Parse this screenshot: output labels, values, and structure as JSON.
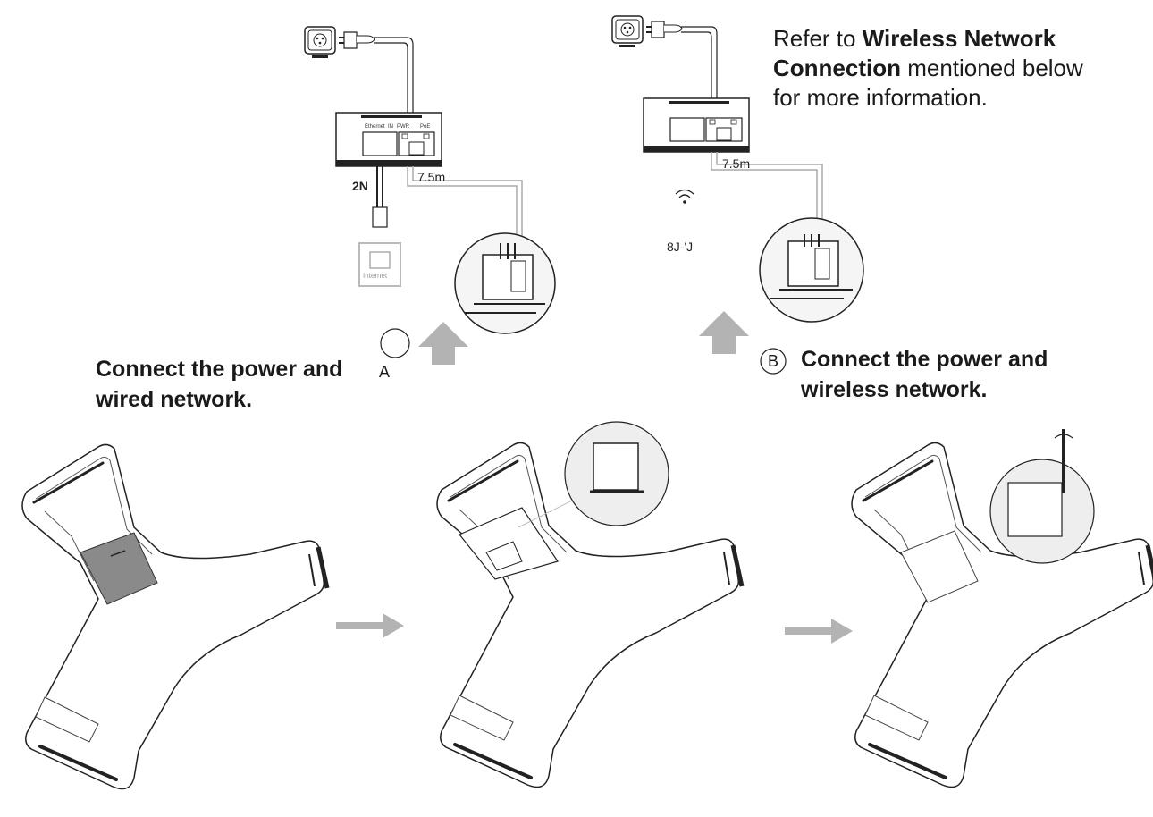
{
  "note": {
    "line1_prefix": "Refer to ",
    "line1_bold": "Wireless Network",
    "line2_bold": "Connection",
    "line2_suffix": " mentioned below",
    "line3": "for more information."
  },
  "option_a": {
    "letter": "A",
    "line1": "Connect the power and",
    "line2": "wired network."
  },
  "option_b": {
    "letter": "B",
    "line1": "Connect the power and",
    "line2": "wireless network."
  },
  "labels": {
    "cable_length_a": "7.5m",
    "cable_length_b": "7.5m",
    "wired_marker": "2N",
    "wireless_marker": "8J-'J",
    "wall_jack": "Internet",
    "port_ethernet": "Ethernet",
    "port_in": "IN",
    "port_pwr": "PWR",
    "port_poe": "PoE"
  },
  "icons": [
    "power-plug-icon",
    "power-adapter-icon",
    "wifi-icon",
    "arrow-up-icon",
    "arrow-right-icon",
    "screwdriver-icon"
  ],
  "colors": {
    "arrow": "#b3b3b3",
    "line": "#1a1a1a",
    "cover": "#8a8a8a",
    "magnifier": "#eeeeee"
  }
}
